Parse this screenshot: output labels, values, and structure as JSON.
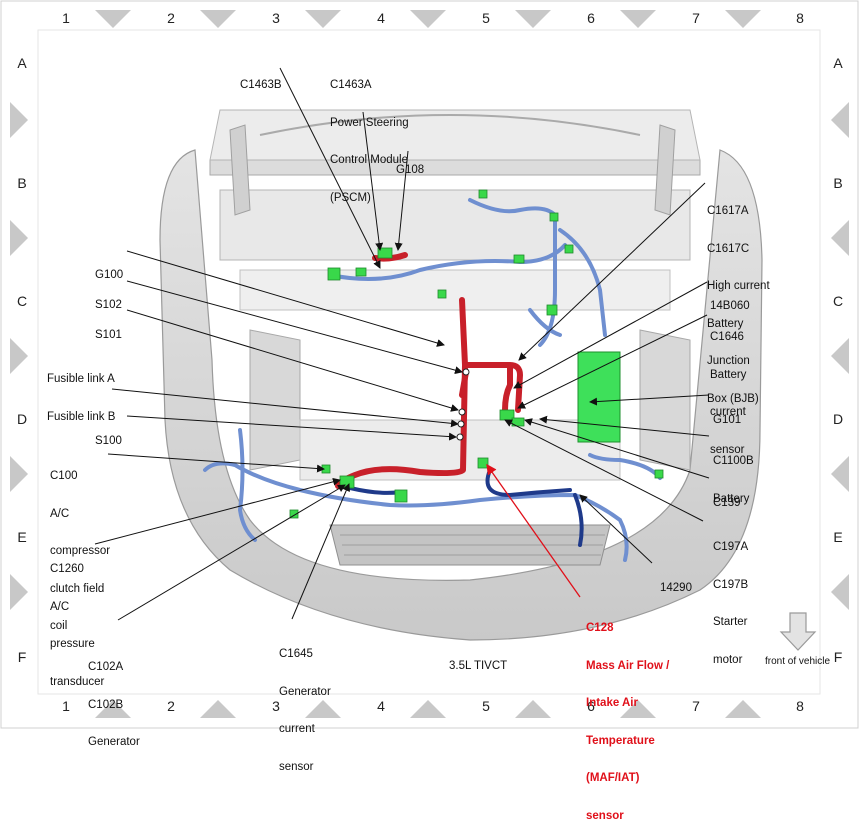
{
  "grid": {
    "columns": [
      "1",
      "2",
      "3",
      "4",
      "5",
      "6",
      "7",
      "8"
    ],
    "rows": [
      "A",
      "B",
      "C",
      "D",
      "E",
      "F"
    ]
  },
  "labels": {
    "c1463b": [
      "C1463B"
    ],
    "c1463a": [
      "C1463A",
      "Power Steering",
      "Control Module",
      "(PSCM)"
    ],
    "g108": [
      "G108"
    ],
    "g100": [
      "G100"
    ],
    "s102": [
      "S102"
    ],
    "s101": [
      "S101"
    ],
    "fusible": [
      "Fusible link A",
      "Fusible link B"
    ],
    "s100": [
      "S100"
    ],
    "c100": [
      "C100",
      "A/C",
      "compressor",
      "clutch field",
      "coil"
    ],
    "c1260": [
      "C1260",
      "A/C",
      "pressure",
      "transducer"
    ],
    "c102": [
      "C102A",
      "C102B",
      "Generator"
    ],
    "c1645": [
      "C1645",
      "Generator",
      "current",
      "sensor"
    ],
    "c1617": [
      "C1617A",
      "C1617C",
      "High current",
      "Battery",
      "Junction",
      "Box (BJB)"
    ],
    "b14b060": [
      "14B060"
    ],
    "c1646": [
      "C1646",
      "Battery",
      "current",
      "sensor"
    ],
    "g101": [
      "G101"
    ],
    "c1100b": [
      "C1100B",
      "Battery"
    ],
    "c139": [
      "C139"
    ],
    "c197": [
      "C197A",
      "C197B",
      "Starter",
      "motor"
    ],
    "n14290": [
      "14290"
    ],
    "c128": [
      "C128",
      "Mass Air Flow /",
      "Intake Air",
      "Temperature",
      "(MAF/IAT)",
      "sensor"
    ]
  },
  "engine_label": "3.5L TIVCT",
  "front_label": "front of vehicle",
  "colors": {
    "harness_red": "#c8202a",
    "harness_blue": "#6f8fd0",
    "harness_dark_blue": "#1f3a8a",
    "connector_green": "#39d84a",
    "leader_red": "#e0101a",
    "frame_gray": "#bdbdbd",
    "body_gray": "#d6d6d6"
  }
}
